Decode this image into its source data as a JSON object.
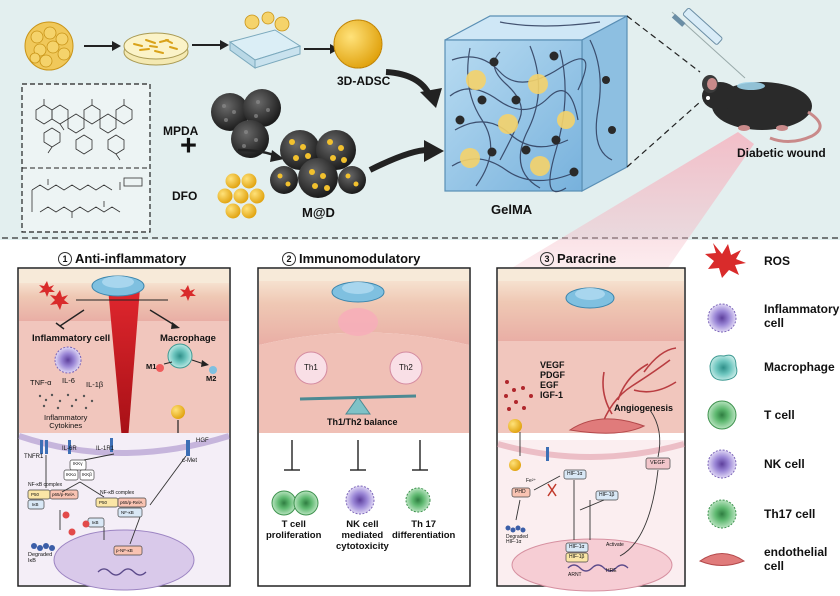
{
  "colors": {
    "top_bg": "#e3efef",
    "border": "#222222",
    "gel_blue": "#8fc3e6",
    "skin_pink": "#e9b1a8",
    "wound_red": "#c4161c",
    "ros_red": "#d92b2b",
    "cell_purple": "#8a6fc7",
    "macrophage_teal": "#56b7b0",
    "tcell_green": "#4fae66",
    "endothelial_pink": "#e07b7b",
    "gold": "#f2c12e"
  },
  "top": {
    "adsc_label": "3D-ADSC",
    "mpda_label": "MPDA",
    "plus_sign": "+",
    "dfo_label": "DFO",
    "md_label": "M@D",
    "gelma_label": "GelMA",
    "wound_label": "Diabetic wound"
  },
  "panels": {
    "anti": {
      "number": "1",
      "title": "Anti-inflammatory",
      "inflammatory_cell": "Inflammatory cell",
      "macrophage": "Macrophage",
      "m1": "M1",
      "m2": "M2",
      "tnf": "TNF-α",
      "il6": "IL-6",
      "il1b": "IL-1β",
      "cytokines": "Inflammatory\nCytokines",
      "tnfr1": "TNFR1",
      "il6r": "IL-6R",
      "il1r1": "IL-1R1",
      "hgf": "HGF",
      "cmet": "c-Met",
      "ikk": "IKKγ",
      "ikka": "IKKα",
      "ikkb": "IKKβ",
      "nfkb_complex": "NF-κB complex",
      "p50": "P50",
      "p65": "p65/p-RelA",
      "ikba": "IκB",
      "nfkb": "NF-κB",
      "degraded": "Degraded\nIκB",
      "pnfkb": "p-NF-κB"
    },
    "immuno": {
      "number": "2",
      "title": "Immunomodulatory",
      "th1": "Th1",
      "th2": "Th2",
      "balance": "Th1/Th2 balance",
      "tcell": "T cell\nproliferation",
      "nk": "NK cell\nmediated\ncytotoxicity",
      "th17": "Th 17\ndifferentiation"
    },
    "para": {
      "number": "3",
      "title": "Paracrine",
      "factors": "VEGF\nPDGF\nEGF\nIGF-1",
      "angio": "Angiogenesis",
      "hif1a": "HIF-1α",
      "hif1b": "HIF-1β",
      "vegf": "VEGF",
      "phd": "PHD",
      "fe": "Fe²⁺",
      "degraded": "Degraded\nHIF-1α",
      "activate": "Activate",
      "arnt": "ARNT",
      "hre": "HRE"
    }
  },
  "legend": [
    {
      "key": "ros",
      "label": "ROS",
      "icon": "ros-burst"
    },
    {
      "key": "inflammatory",
      "label": "Inflammatory\ncell",
      "icon": "inflammatory-cell"
    },
    {
      "key": "macrophage",
      "label": "Macrophage",
      "icon": "macrophage"
    },
    {
      "key": "tcell",
      "label": "T cell",
      "icon": "t-cell"
    },
    {
      "key": "nk",
      "label": "NK cell",
      "icon": "nk-cell"
    },
    {
      "key": "th17",
      "label": "Th17 cell",
      "icon": "th17-cell"
    },
    {
      "key": "endothelial",
      "label": "endothelial\ncell",
      "icon": "endothelial-cell"
    }
  ]
}
